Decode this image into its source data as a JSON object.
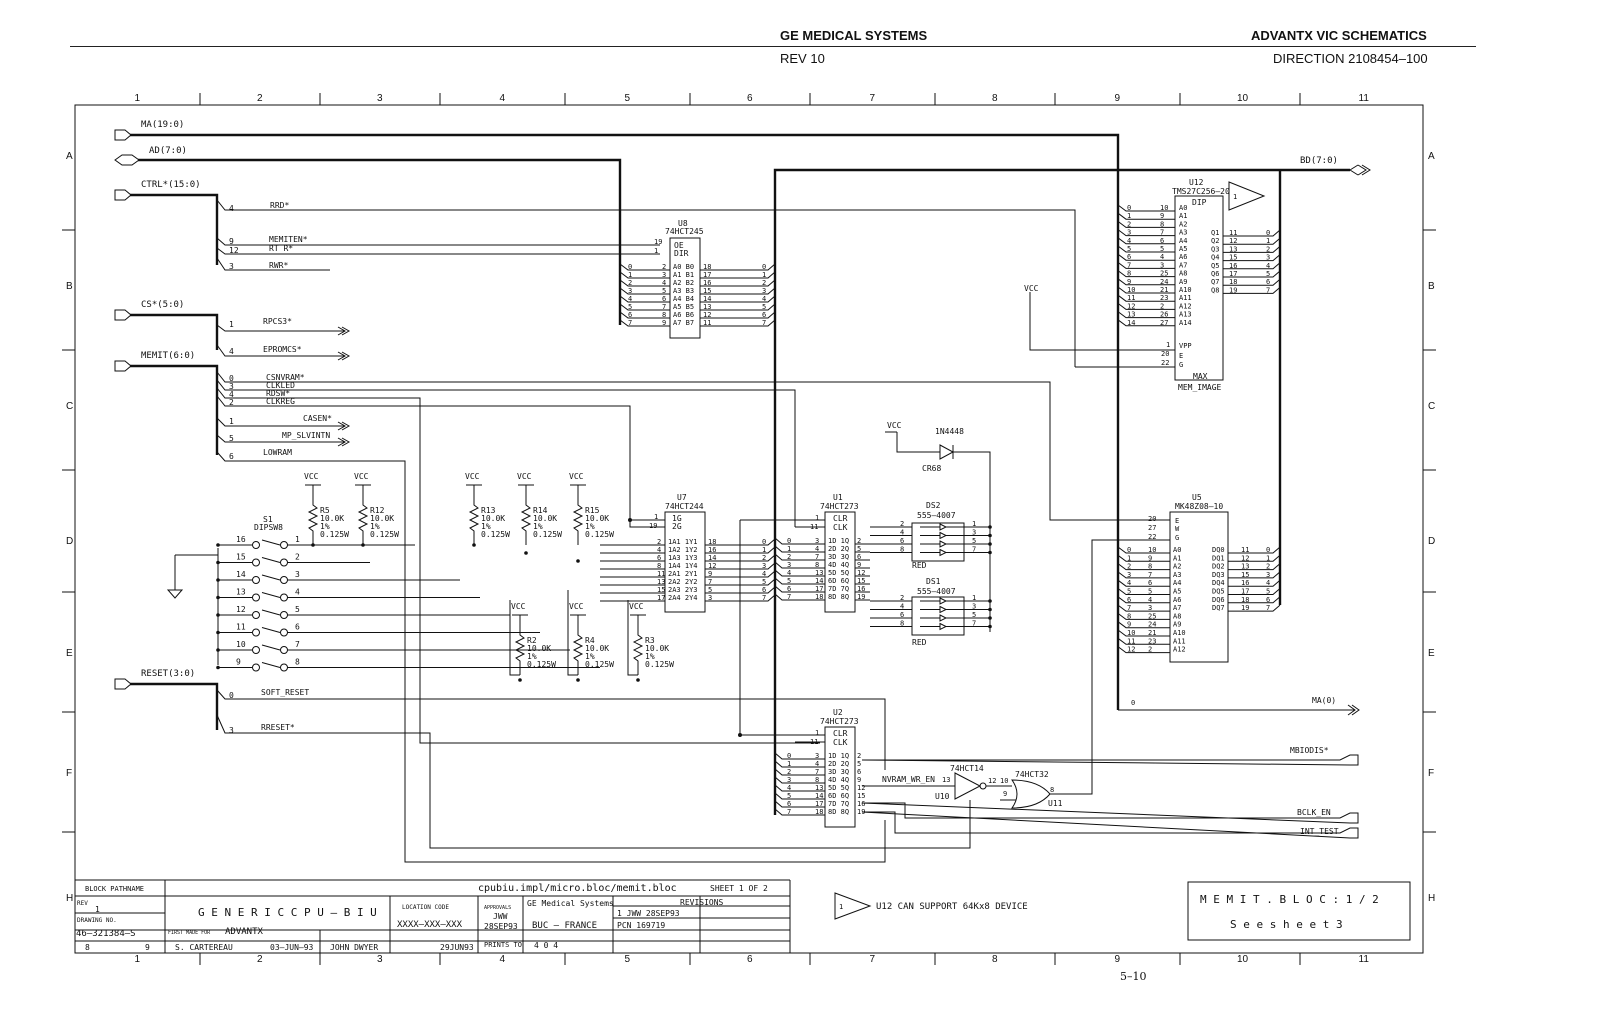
{
  "header": {
    "company": "GE MEDICAL SYSTEMS",
    "title": "ADVANTX VIC SCHEMATICS",
    "rev": "REV 10",
    "direction": "DIRECTION 2108454–100"
  },
  "grid": {
    "columns": [
      "1",
      "2",
      "3",
      "4",
      "5",
      "6",
      "7",
      "8",
      "9",
      "10",
      "11"
    ],
    "rows": [
      "A",
      "B",
      "C",
      "D",
      "E",
      "F",
      "H"
    ]
  },
  "ports": {
    "ma": "MA(19:0)",
    "ad": "AD(7:0)",
    "ctrl": "CTRL*(15:0)",
    "cs": "CS*(5:0)",
    "memit": "MEMIT(6:0)",
    "reset": "RESET(3:0)",
    "bd": "BD(7:0)",
    "ma0": "MA(0)",
    "mbiodis": "MBIODIS*",
    "bclk": "BCLK_EN",
    "inttest": "INT_TEST"
  },
  "signals": {
    "rrd": "RRD*",
    "memiten": "MEMITEN*",
    "rtr": "RT R*",
    "rwr": "RWR*",
    "rpcs3": "RPCS3*",
    "epromcs": "EPROMCS*",
    "csnvram": "CSNVRAM*",
    "clkled": "CLKLED",
    "rdsw": "RDSW*",
    "clkreg": "CLKREG",
    "casen": "CASEN*",
    "mpslv": "MP_SLVINTN",
    "lowram": "LOWRAM",
    "softreset": "SOFT_RESET",
    "rreset": "RRESET*",
    "nvram": "NVRAM_WR_EN"
  },
  "components": {
    "u8": {
      "ref": "U8",
      "part": "74HCT245"
    },
    "u7": {
      "ref": "U7",
      "part": "74HCT244"
    },
    "u1": {
      "ref": "U1",
      "part": "74HCT273"
    },
    "u2": {
      "ref": "U2",
      "part": "74HCT273"
    },
    "u12": {
      "ref": "U12",
      "part": "TMS27C256–20",
      "pkg": "DIP",
      "foot": "MAX",
      "name": "MEM_IMAGE"
    },
    "u5": {
      "ref": "U5",
      "part": "MK48Z08–10"
    },
    "u10": {
      "ref": "U10",
      "part": "74HCT14"
    },
    "u11": {
      "ref": "U11",
      "part": "74HCT32"
    },
    "ds2": {
      "ref": "DS2",
      "part": "555–4007",
      "color": "RED"
    },
    "ds1": {
      "ref": "DS1",
      "part": "555–4007",
      "color": "RED"
    },
    "cr68": {
      "ref": "CR68",
      "part": "1N4448"
    },
    "s1": {
      "ref": "S1",
      "part": "DIPSW8"
    },
    "vcc": "VCC",
    "resistors": [
      {
        "ref": "R5",
        "v": "10.0K",
        "t": "1%",
        "p": "0.125W"
      },
      {
        "ref": "R12",
        "v": "10.0K",
        "t": "1%",
        "p": "0.125W"
      },
      {
        "ref": "R13",
        "v": "10.0K",
        "t": "1%",
        "p": "0.125W"
      },
      {
        "ref": "R14",
        "v": "10.0K",
        "t": "1%",
        "p": "0.125W"
      },
      {
        "ref": "R15",
        "v": "10.0K",
        "t": "1%",
        "p": "0.125W"
      },
      {
        "ref": "R2",
        "v": "10.0K",
        "t": "1%",
        "p": "0.125W"
      },
      {
        "ref": "R4",
        "v": "10.0K",
        "t": "1%",
        "p": "0.125W"
      },
      {
        "ref": "R3",
        "v": "10.0K",
        "t": "1%",
        "p": "0.125W"
      }
    ]
  },
  "note": "U12 CAN SUPPORT 64Kx8 DEVICE",
  "titleblock": {
    "block_pathname_label": "BLOCK PATHNAME",
    "path": "cpubiu.impl/micro.bloc/memit.bloc",
    "sheet": "SHEET 1 OF 2",
    "rev_label": "REV",
    "rev": "1",
    "drawing_label": "DRAWING NO.",
    "drawing": "46–321384–S",
    "sheet_no": "8",
    "sheets_total": "9",
    "title": "G E N E R I C   C P U – B I U",
    "first_made": "FIRST MADE FOR",
    "product": "ADVANTX",
    "made_by": "S. CARTEREAU",
    "date1": "03–JUN–93",
    "issued": "JOHN DWYER",
    "date2": "29JUN93",
    "location_label": "LOCATION CODE",
    "location": "XXXX–XXX–XXX",
    "approvals_label": "APPROVALS",
    "approver": "JWW",
    "approve_date": "28SEP93",
    "company": "GE Medical Systems",
    "site": "BUC – FRANCE",
    "prints_label": "PRINTS TO",
    "prints": "4 0 4",
    "revisions_label": "REVISIONS",
    "revision1": "1  JWW  28SEP93",
    "revision2": "PCN  169719",
    "memit_title": "M E M I T . B L O C   :   1 / 2",
    "see_sheet": "S e e   s h e e t   3"
  },
  "page_number": "5–10"
}
